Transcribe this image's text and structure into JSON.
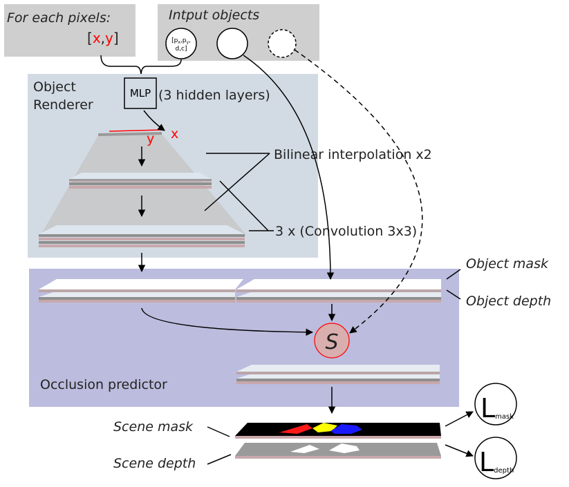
{
  "pixels_box": {
    "title": "For each pixels:",
    "coord_open": "[",
    "coord_x": "x",
    "coord_comma": ",",
    "coord_y": "y",
    "coord_close": "]"
  },
  "input_box": {
    "title": "Intput objects",
    "param_line1": "[p",
    "param_sub_x": "x",
    "param_comma1": ",p",
    "param_sub_y": "y",
    "param_comma2": ",",
    "param_line2": "d,c]"
  },
  "renderer": {
    "title_line1": "Object",
    "title_line2": "Renderer",
    "mlp_label": "MLP",
    "mlp_note": "(3 hidden layers)",
    "axis_y": "y",
    "axis_x": "x",
    "interp_label": "Bilinear interpolation x2",
    "conv_label": "3 x (Convolution 3x3)"
  },
  "occlusion": {
    "title": "Occlusion predictor",
    "s_label": "S",
    "object_mask": "Object mask",
    "object_depth": "Object depth"
  },
  "outputs": {
    "scene_mask": "Scene mask",
    "scene_depth": "Scene depth",
    "loss_letter": "L",
    "loss_mask_sub": "mask",
    "loss_depth_sub": "depth"
  },
  "colors": {
    "input_panel": "#cfcfcf",
    "renderer_panel": "#d2dbe4",
    "occlusion_panel": "#bcbcde",
    "red": "#ff0000",
    "s_fill": "#d9aeae",
    "slab_top": "#dde6ee",
    "slab_edge": "#c8a8ac",
    "mask_red": "#ff1a1a",
    "mask_yellow": "#ffff00",
    "mask_blue": "#1a1aff"
  }
}
